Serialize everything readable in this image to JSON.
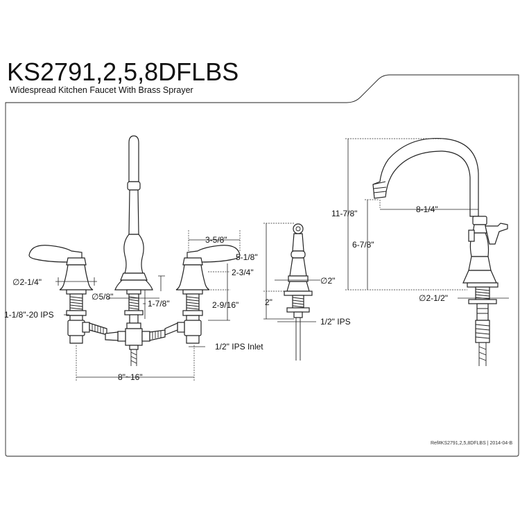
{
  "title": "KS2791,2,5,8DFLBS",
  "subtitle": "Widespread Kitchen Faucet With Brass Sprayer",
  "dimensions": {
    "handle_diameter": "∅2-1/4\"",
    "spout_diameter": "∅5/8\"",
    "valve_thread": "1-1/8\"-20 IPS",
    "handle_reach": "3-5/8\"",
    "handle_height": "2-3/4\"",
    "shank_length": "1-7/8\"",
    "valve_shank": "2-9/16\"",
    "inlet": "1/2\" IPS Inlet",
    "spread": "8\"~16\"",
    "sprayer_height": "5-1/8\"",
    "sprayer_base_diameter": "∅2\"",
    "sprayer_shank": "2\"",
    "sprayer_thread": "1/2\" IPS",
    "faucet_height": "11-7/8\"",
    "spout_reach": "8-1/4\"",
    "spout_clearance": "6-7/8\"",
    "base_diameter": "∅2-1/2\""
  },
  "reference": "Ref#KS2791,2,5,8DFLBS | 2014-04-B"
}
